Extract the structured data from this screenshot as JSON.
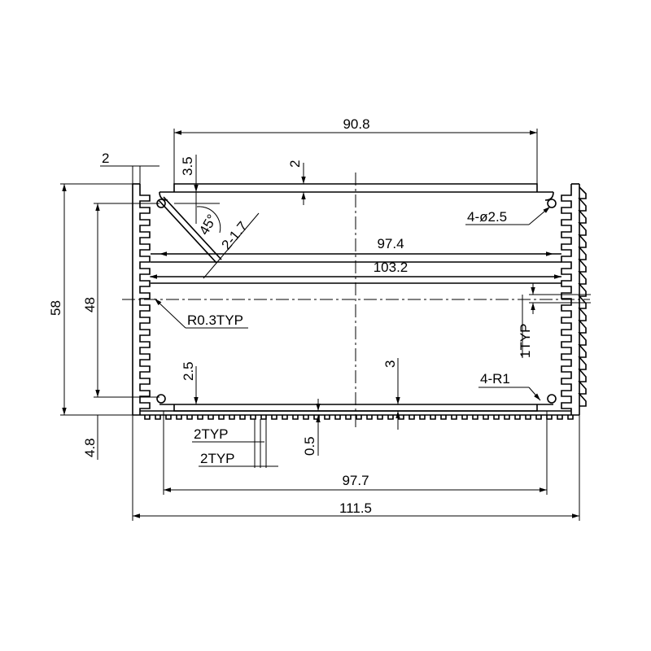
{
  "drawing": {
    "title": "",
    "colors": {
      "line": "#000000",
      "background": "#ffffff"
    },
    "dimensions": {
      "top_width": "90.8",
      "fin_thickness": "2",
      "top_slot_depth": "3.5",
      "top_wall": "2",
      "angle": "45°",
      "groove": "2-1.7",
      "hole_spec": "4-ø2.5",
      "inner_slot_width": "97.4",
      "inner_width": "103.2",
      "outer_height": "58",
      "inner_height": "48",
      "fillet": "R0.3TYP",
      "right_pitch": "1TYP",
      "bottom_slot_depth": "2.5",
      "bottom_wall": "3",
      "corner_radius": "4-R1",
      "bottom_offset": "4.8",
      "pitch_a": "2TYP",
      "pitch_b": "2TYP",
      "fin_gap": "0.5",
      "bottom_width": "97.7",
      "overall_width": "111.5"
    }
  }
}
